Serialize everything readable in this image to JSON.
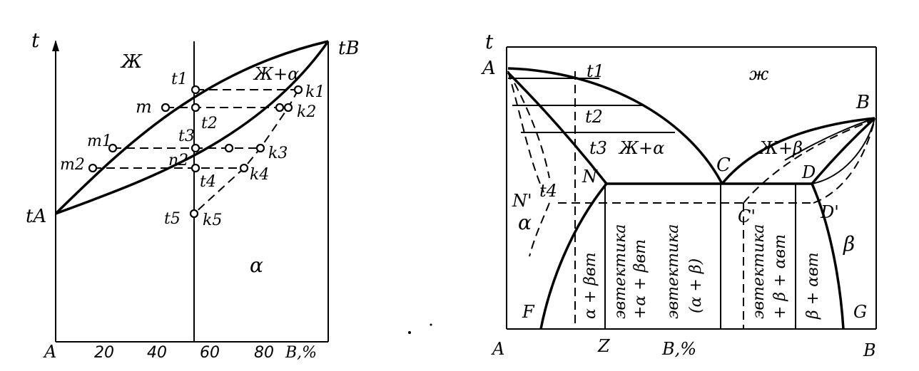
{
  "left": {
    "axis_t": "t",
    "t_A": "tA",
    "t_B": "tB",
    "liquid": "Ж",
    "liquid_alpha": "Ж+α",
    "alpha": "α",
    "x_ticks": [
      "A",
      "20",
      "40",
      "60",
      "80",
      "B,%"
    ],
    "points": {
      "t1": "t1",
      "t2": "t2",
      "t3": "t3",
      "t4": "t4",
      "t5": "t5",
      "m": "m",
      "m1": "m1",
      "m2": "m2",
      "n2": "n2",
      "k1": "k1",
      "k2": "k2",
      "k3": "k3",
      "k4": "k4",
      "k5": "k5"
    }
  },
  "right": {
    "axis_t": "t",
    "A": "A",
    "B": "B",
    "C": "C",
    "D": "D",
    "D_prime": "D'",
    "C_prime": "C'",
    "N": "N",
    "N_prime": "N'",
    "F": "F",
    "G": "G",
    "t1": "t1",
    "t2": "t2",
    "t3": "t3",
    "t4": "t4",
    "liquid": "ж",
    "liquid_alpha": "Ж+α",
    "liquid_beta": "Ж+β",
    "alpha": "α",
    "beta": "β",
    "x_ticks": [
      "A",
      "Z",
      "B,%",
      "B"
    ],
    "regions": {
      "alpha_beta_sec": "α + βвт",
      "eutectic_alpha_beta_1": "эвтектика",
      "eutectic_alpha_beta_2": "+α + βвт",
      "eutectic_mid_1": "эвтектика",
      "eutectic_mid_2": "(α + β)",
      "eutectic_beta_alpha_1": "эвтектика",
      "eutectic_beta_alpha_2": "+ β + αвт",
      "beta_alpha_sec": "β + αвт"
    }
  }
}
